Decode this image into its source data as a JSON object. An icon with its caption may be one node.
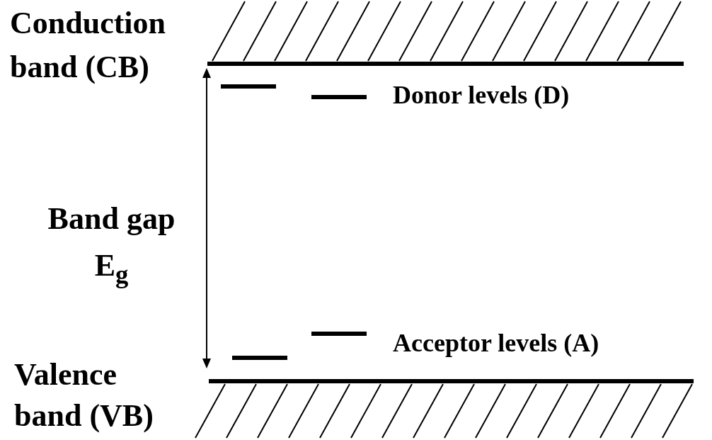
{
  "diagram": {
    "labels": [
      "Conduction band (CB)",
      "Donor levels (D)",
      "Band gap E$_{g}$",
      "Acceptor levels (A)",
      "Valence band (VB)"
    ]
  }
}
